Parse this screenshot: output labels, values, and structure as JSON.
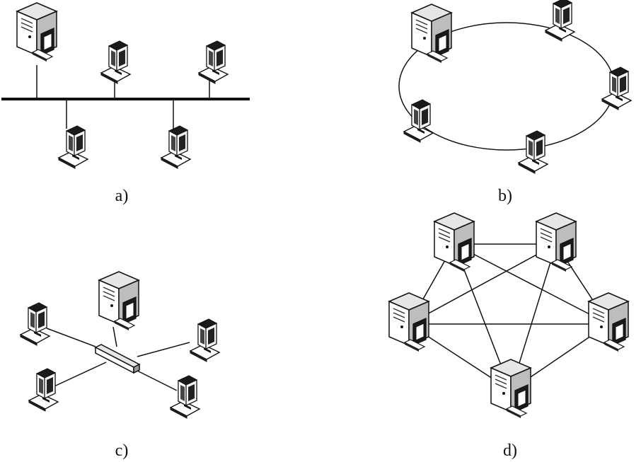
{
  "panels": [
    {
      "key": "bus",
      "caption": "a)"
    },
    {
      "key": "ring",
      "caption": "b)"
    },
    {
      "key": "star",
      "caption": "c)"
    },
    {
      "key": "mesh",
      "caption": "d)"
    }
  ]
}
